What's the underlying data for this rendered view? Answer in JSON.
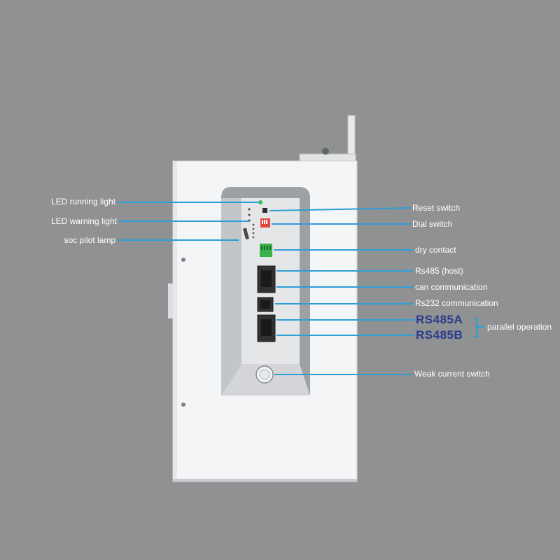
{
  "colors": {
    "background": "#8f9193",
    "leader_line": "#2e9fd6",
    "label_text": "#ffffff",
    "rs485_text": "#2a3a8c",
    "bracket": "#2e9fd6",
    "device_body": "#f4f5f6",
    "panel": "#dfe1e3"
  },
  "labels_left": {
    "led_running": "LED running light",
    "led_warning": "LED warning light",
    "soc_pilot": "soc pilot lamp"
  },
  "labels_right": {
    "reset_switch": "Reset switch",
    "dial_switch": "Dial switch",
    "dry_contact": "dry contact",
    "rs485_host": "Rs485 (host)",
    "can_comm": "can communication",
    "rs232_comm": "Rs232 communication",
    "weak_current": "Weak current switch"
  },
  "ports": {
    "rs485a": "RS485A",
    "rs485b": "RS485B"
  },
  "group_label": "parallel operation",
  "icons": [
    "device-unit",
    "led-indicator",
    "dip-switch",
    "terminal-block",
    "rj45-port",
    "round-button"
  ]
}
